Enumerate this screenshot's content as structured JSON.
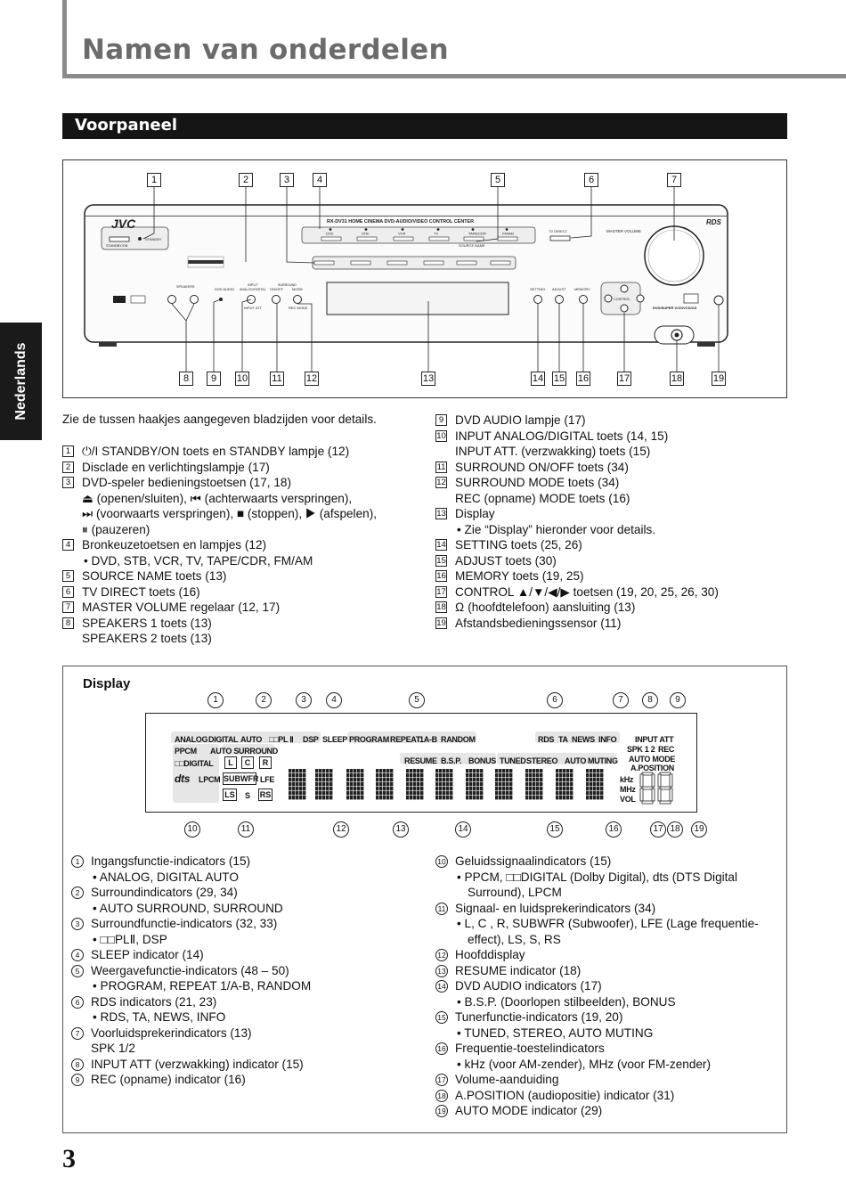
{
  "page": {
    "title": "Namen van onderdelen",
    "side_tab": "Nederlands",
    "section": "Voorpaneel",
    "page_number": "3"
  },
  "panel": {
    "labels": {
      "brand": "JVC",
      "model": "RX-DV31  HOME CINEMA DVD-AUDIO/VIDEO CONTROL CENTER",
      "standby": "STANDBY",
      "standby_on": "STANDBY/ON",
      "sources": [
        "DVD",
        "STB",
        "VCR",
        "TV",
        "TAPE/CDR",
        "FM/AM"
      ],
      "source_name": "SOURCE NAME",
      "tv_direct": "TV DIRECT",
      "master_volume": "MASTER VOLUME",
      "rds": "RDS",
      "speakers": "SPEAKERS",
      "dvd_audio": "DVD AUDIO",
      "input": "INPUT",
      "analog_digital": "ANALOG/DIGITAL",
      "input_att": "INPUT ATT",
      "surround": "SURROUND",
      "on_off": "ON/OFF",
      "mode": "MODE",
      "rec_mode": "REC MODE",
      "setting": "SETTING",
      "adjust": "ADJUST",
      "memory": "MEMORY",
      "control": "CONTROL",
      "dvd_super": "DVD/SUPER VCD/VCD/CD"
    },
    "top_numbers": [
      "1",
      "2",
      "3",
      "4",
      "5",
      "6",
      "7"
    ],
    "bottom_numbers": [
      "8",
      "9",
      "10",
      "11",
      "12",
      "13",
      "14",
      "15",
      "16",
      "17",
      "18",
      "19"
    ]
  },
  "intro": "Zie de tussen haakjes aangegeven bladzijden voor details.",
  "left_items": [
    {
      "n": "1",
      "lines": [
        "⏻/I STANDBY/ON toets en STANDBY lampje (12)"
      ]
    },
    {
      "n": "2",
      "lines": [
        "Disclade en verlichtingslampje (17)"
      ]
    },
    {
      "n": "3",
      "lines": [
        "DVD-speler bedieningstoetsen (17, 18)",
        "⏏ (openen/sluiten), ⏮ (achterwaarts verspringen),",
        "⏭ (voorwaarts verspringen), ■ (stoppen), ▶ (afspelen),",
        "⏸ (pauzeren)"
      ]
    },
    {
      "n": "4",
      "lines": [
        "Bronkeuzetoetsen en lampjes (12)",
        "• DVD, STB, VCR, TV, TAPE/CDR, FM/AM"
      ]
    },
    {
      "n": "5",
      "lines": [
        "SOURCE NAME toets (13)"
      ]
    },
    {
      "n": "6",
      "lines": [
        "TV DIRECT toets (16)"
      ]
    },
    {
      "n": "7",
      "lines": [
        "MASTER VOLUME regelaar (12, 17)"
      ]
    },
    {
      "n": "8",
      "lines": [
        "SPEAKERS 1 toets (13)",
        "SPEAKERS 2 toets (13)"
      ]
    }
  ],
  "right_items": [
    {
      "n": "9",
      "lines": [
        "DVD AUDIO lampje (17)"
      ]
    },
    {
      "n": "10",
      "lines": [
        "INPUT ANALOG/DIGITAL toets (14, 15)",
        "INPUT ATT. (verzwakking) toets (15)"
      ]
    },
    {
      "n": "11",
      "lines": [
        "SURROUND ON/OFF toets (34)"
      ]
    },
    {
      "n": "12",
      "lines": [
        "SURROUND MODE toets (34)",
        "REC (opname) MODE toets (16)"
      ]
    },
    {
      "n": "13",
      "lines": [
        "Display",
        "• Zie “Display” hieronder voor details."
      ]
    },
    {
      "n": "14",
      "lines": [
        "SETTING toets (25, 26)"
      ]
    },
    {
      "n": "15",
      "lines": [
        "ADJUST toets (30)"
      ]
    },
    {
      "n": "16",
      "lines": [
        "MEMORY toets (19, 25)"
      ]
    },
    {
      "n": "17",
      "lines": [
        "CONTROL ▲/▼/◀/▶ toetsen (19, 20, 25, 26, 30)"
      ]
    },
    {
      "n": "18",
      "lines": [
        "Ω (hoofdtelefoon) aansluiting (13)"
      ]
    },
    {
      "n": "19",
      "lines": [
        "Afstandsbedieningssensor (11)"
      ]
    }
  ],
  "display": {
    "title": "Display",
    "indicators": {
      "analog": "ANALOG",
      "digital": "DIGITAL",
      "auto": "AUTO",
      "pl2": "□□PL Ⅱ",
      "dsp": "DSP",
      "sleep": "SLEEP",
      "program": "PROGRAM",
      "repeat": "REPEAT",
      "ab": "1A-B",
      "random": "RANDOM",
      "rds": "RDS",
      "ta": "TA",
      "news": "NEWS",
      "info": "INFO",
      "input_att": "INPUT ATT",
      "spk": "SPK 1 2",
      "rec": "REC",
      "auto_mode": "AUTO MODE",
      "a_position": "A.POSITION",
      "ppcm": "PPCM",
      "auto_surround": "AUTO SURROUND",
      "dd_digital": "□□DIGITAL",
      "dts": "dts",
      "lpcm": "LPCM",
      "l": "L",
      "c": "C",
      "r": "R",
      "subwfr": "SUBWFR",
      "lfe": "LFE",
      "ls": "LS",
      "s": "S",
      "rs": "RS",
      "resume": "RESUME",
      "bsp": "B.S.P.",
      "bonus": "BONUS",
      "tuned": "TUNED",
      "stereo": "STEREO",
      "muting": "MUTING",
      "khz": "kHz",
      "mhz": "MHz",
      "vol": "VOL"
    },
    "top_numbers": [
      "1",
      "2",
      "3",
      "4",
      "5",
      "6",
      "7",
      "8",
      "9"
    ],
    "bottom_numbers": [
      "10",
      "11",
      "12",
      "13",
      "14",
      "15",
      "16",
      "17",
      "18",
      "19"
    ]
  },
  "disp_left": [
    {
      "n": "1",
      "lines": [
        "Ingangsfunctie-indicators (15)",
        "• ANALOG, DIGITAL AUTO"
      ]
    },
    {
      "n": "2",
      "lines": [
        "Surroundindicators (29, 34)",
        "• AUTO SURROUND, SURROUND"
      ]
    },
    {
      "n": "3",
      "lines": [
        "Surroundfunctie-indicators (32, 33)",
        "• □□PLⅡ, DSP"
      ]
    },
    {
      "n": "4",
      "lines": [
        "SLEEP indicator (14)"
      ]
    },
    {
      "n": "5",
      "lines": [
        "Weergavefunctie-indicators (48 – 50)",
        "• PROGRAM, REPEAT 1/A-B, RANDOM"
      ]
    },
    {
      "n": "6",
      "lines": [
        "RDS indicators (21, 23)",
        "• RDS, TA, NEWS, INFO"
      ]
    },
    {
      "n": "7",
      "lines": [
        "Voorluidsprekerindicators (13)",
        "SPK 1/2"
      ]
    },
    {
      "n": "8",
      "lines": [
        "INPUT ATT (verzwakking) indicator (15)"
      ]
    },
    {
      "n": "9",
      "lines": [
        "REC (opname) indicator (16)"
      ]
    }
  ],
  "disp_right": [
    {
      "n": "10",
      "lines": [
        "Geluidssignaalindicators (15)",
        "• PPCM, □□DIGITAL (Dolby Digital), dts (DTS Digital Surround), LPCM"
      ]
    },
    {
      "n": "11",
      "lines": [
        "Signaal- en luidsprekerindicators (34)",
        "• L, C , R, SUBWFR (Subwoofer), LFE (Lage frequentie-effect), LS, S, RS"
      ]
    },
    {
      "n": "12",
      "lines": [
        "Hoofddisplay"
      ]
    },
    {
      "n": "13",
      "lines": [
        "RESUME indicator (18)"
      ]
    },
    {
      "n": "14",
      "lines": [
        "DVD AUDIO indicators (17)",
        "• B.S.P. (Doorlopen stilbeelden), BONUS"
      ]
    },
    {
      "n": "15",
      "lines": [
        "Tunerfunctie-indicators (19, 20)",
        "• TUNED, STEREO, AUTO MUTING"
      ]
    },
    {
      "n": "16",
      "lines": [
        "Frequentie-toestelindicators",
        "• kHz (voor AM-zender), MHz (voor FM-zender)"
      ]
    },
    {
      "n": "17",
      "lines": [
        "Volume-aanduiding"
      ]
    },
    {
      "n": "18",
      "lines": [
        "A.POSITION (audiopositie) indicator (31)"
      ]
    },
    {
      "n": "19",
      "lines": [
        "AUTO MODE indicator (29)"
      ]
    }
  ]
}
